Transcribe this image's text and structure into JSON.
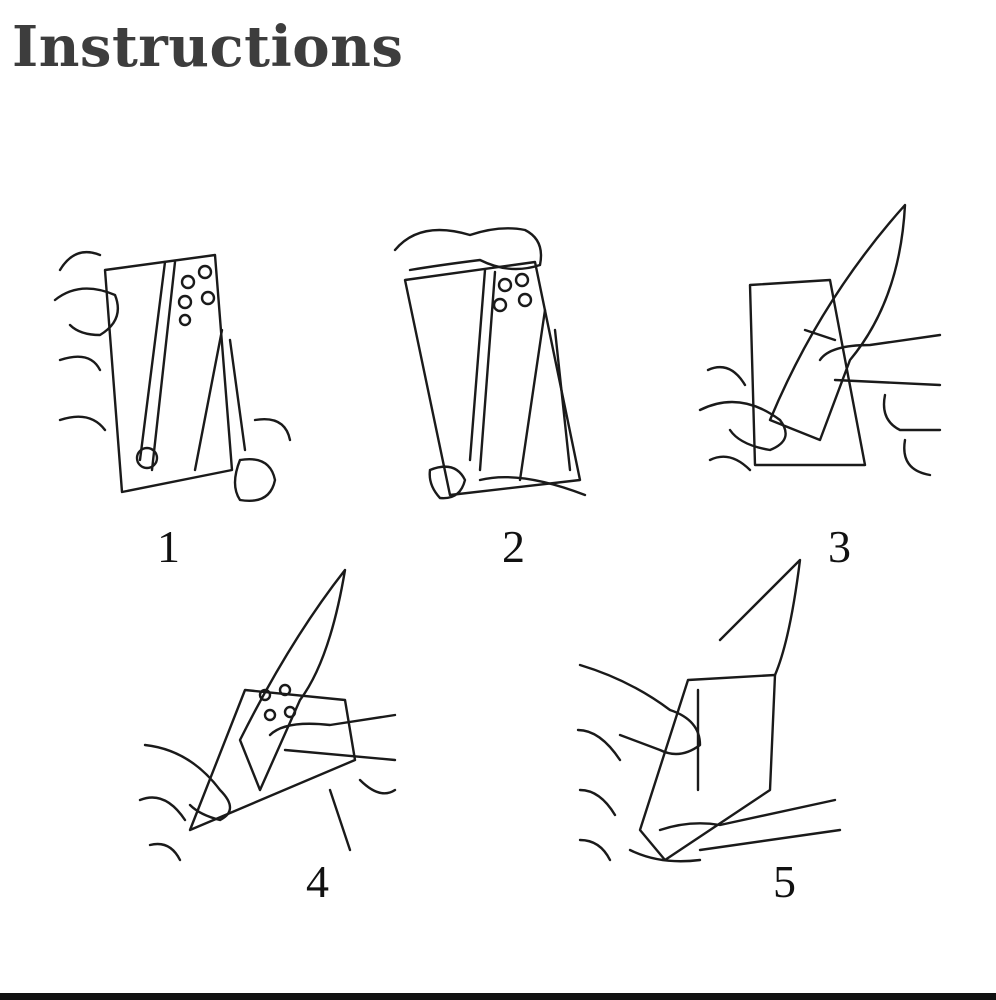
{
  "title": "Instructions",
  "steps": [
    {
      "number": "1"
    },
    {
      "number": "2"
    },
    {
      "number": "3"
    },
    {
      "number": "4"
    },
    {
      "number": "5"
    }
  ]
}
